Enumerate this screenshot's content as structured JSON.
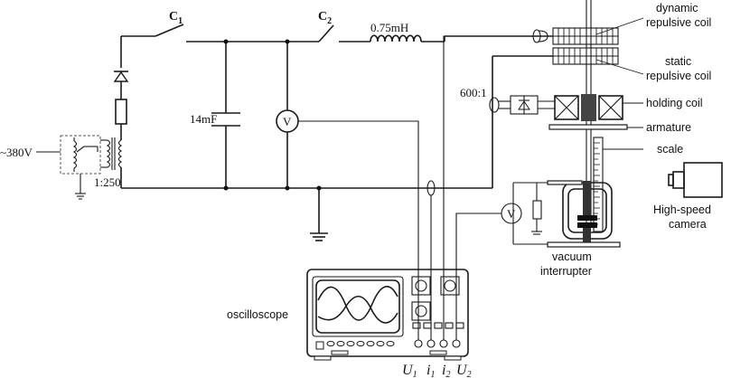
{
  "labels": {
    "source": "~380V",
    "transformer_ratio": "1:250",
    "cap1": "C",
    "cap1_sub": "1",
    "cap2": "C",
    "cap2_sub": "2",
    "capacitance": "14mF",
    "inductance": "0.75mH",
    "ct_ratio": "600:1",
    "dynamic_coil_1": "dynamic",
    "dynamic_coil_2": "repulsive coil",
    "static_coil_1": "static",
    "static_coil_2": "repulsive coil",
    "holding_coil": "holding coil",
    "armature": "armature",
    "scale": "scale",
    "camera_1": "High-speed",
    "camera_2": "camera",
    "vacuum_1": "vacuum",
    "vacuum_2": "interrupter",
    "oscilloscope": "oscilloscope",
    "voltmeter": "V",
    "u1": "U",
    "u1_sub": "1",
    "i1": "i",
    "i1_sub": "1",
    "i2": "i",
    "i2_sub": "2",
    "u2": "U",
    "u2_sub": "2"
  }
}
